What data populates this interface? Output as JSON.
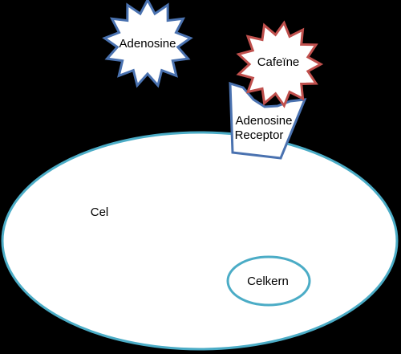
{
  "diagram": {
    "labels": {
      "adenosine": "Adenosine",
      "caffeine": "Cafeïne",
      "receptor_line1": "Adenosine",
      "receptor_line2": "Receptor",
      "cell": "Cel",
      "nucleus": "Celkern"
    },
    "colors": {
      "background": "#000000",
      "fill": "#ffffff",
      "adenosine_outline": "#4a72b0",
      "caffeine_outline": "#c0504d",
      "receptor_outline": "#4a72b0",
      "cell_outline": "#4bacc6",
      "nucleus_outline": "#4bacc6",
      "text": "#000000"
    }
  }
}
